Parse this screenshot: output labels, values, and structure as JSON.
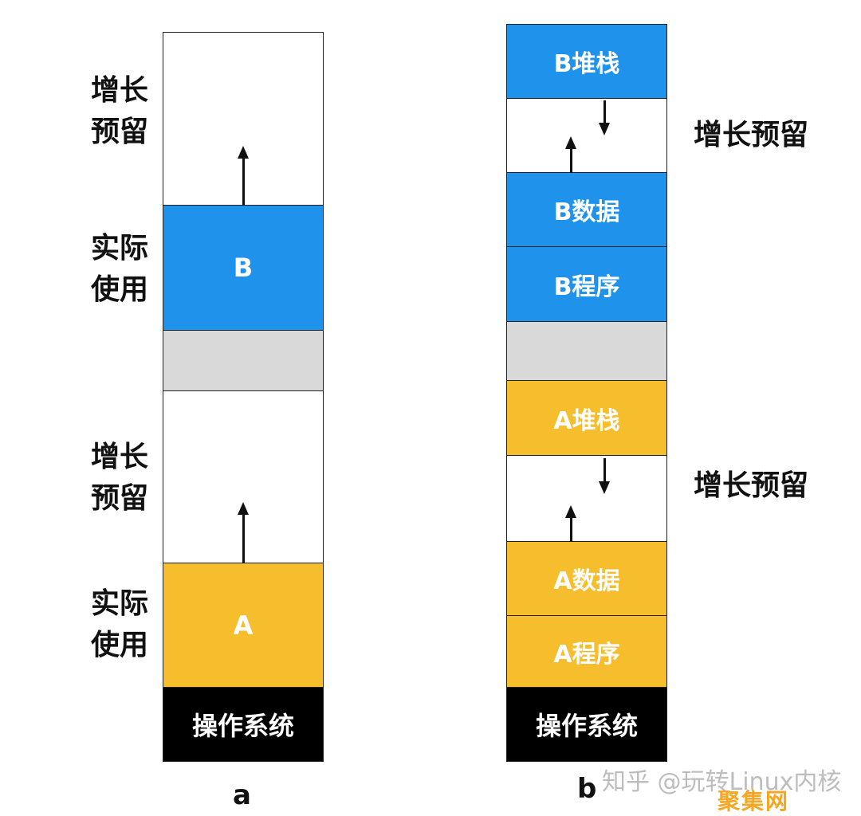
{
  "diagram_a": {
    "caption": "a",
    "blocks": [
      {
        "kind": "reserve",
        "label": ""
      },
      {
        "kind": "used",
        "label": "B"
      },
      {
        "kind": "gap",
        "label": ""
      },
      {
        "kind": "reserve",
        "label": ""
      },
      {
        "kind": "used",
        "label": "A"
      },
      {
        "kind": "os",
        "label": "操作系统"
      }
    ],
    "side_labels": [
      {
        "line1": "增长",
        "line2": "预留"
      },
      {
        "line1": "实际",
        "line2": "使用"
      },
      {
        "line1": "增长",
        "line2": "预留"
      },
      {
        "line1": "实际",
        "line2": "使用"
      }
    ]
  },
  "diagram_b": {
    "caption": "b",
    "blocks": [
      {
        "label": "B堆栈"
      },
      {
        "label": ""
      },
      {
        "label": "B数据"
      },
      {
        "label": "B程序"
      },
      {
        "label": ""
      },
      {
        "label": "A堆栈"
      },
      {
        "label": ""
      },
      {
        "label": "A数据"
      },
      {
        "label": "A程序"
      },
      {
        "label": "操作系统"
      }
    ],
    "side_labels": [
      "增长预留",
      "增长预留"
    ]
  },
  "watermark": {
    "text": "知乎 @玩转Linux内核",
    "site": "聚集网"
  },
  "colors": {
    "blue": "#1f93ec",
    "yellow": "#f6bd2c",
    "gray": "#d9d9d9",
    "black": "#000000"
  }
}
